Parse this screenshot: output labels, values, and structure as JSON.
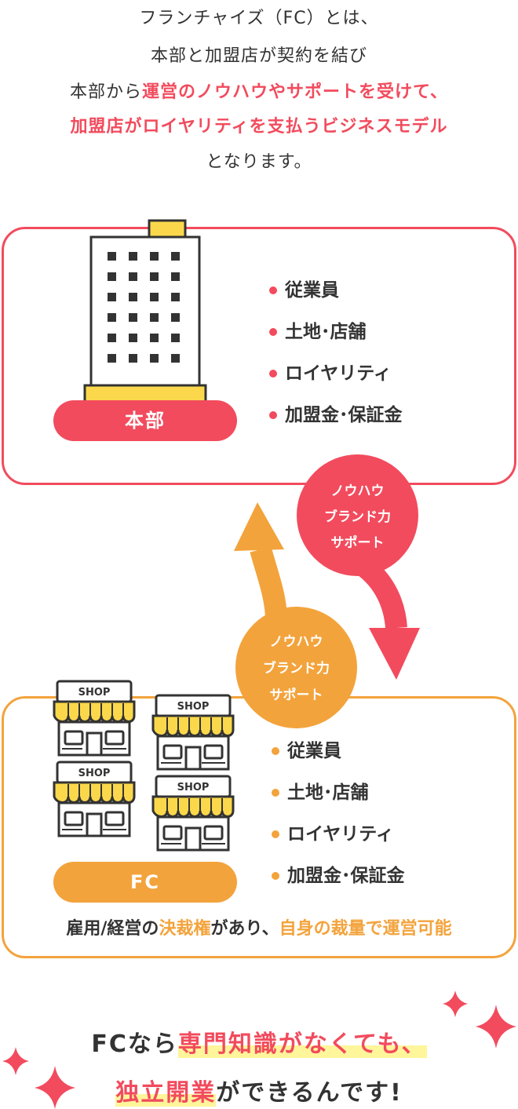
{
  "intro": {
    "line1": "フランチャイズ（FC）とは、",
    "line2": "本部と加盟店が契約を結び",
    "line3_plain": "本部から",
    "line3_red": "運営のノウハウやサポートを受けて、",
    "line4_red": "加盟店がロイヤリティを支払うビジネスモデル",
    "line5": "となります。"
  },
  "headquarters": {
    "label": "本部",
    "items": [
      "従業員",
      "土地･店舗",
      "ロイヤリティ",
      "加盟金･保証金"
    ]
  },
  "support_to_fc": {
    "line1": "ノウハウ",
    "line2": "ブランド力",
    "line3": "サポート"
  },
  "support_to_hq": {
    "line1": "ノウハウ",
    "line2": "ブランド力",
    "line3": "サポート"
  },
  "franchise": {
    "label": "FC",
    "shop_sign": "SHOP",
    "items": [
      "従業員",
      "土地･店舗",
      "ロイヤリティ",
      "加盟金･保証金"
    ],
    "note_a": "雇用/経営の",
    "note_b": "決裁権",
    "note_c": "があり、",
    "note_d": "自身の裁量で運営可能"
  },
  "closing": {
    "a": "FCなら",
    "b": "専門知識がなくても、",
    "c": "独立開業",
    "d": "ができるんです!"
  },
  "colors": {
    "hq_red": "#f24b5d",
    "fc_orange": "#f3a33c",
    "highlight_yellow": "#fff59a",
    "building_yellow": "#fbd84b"
  }
}
